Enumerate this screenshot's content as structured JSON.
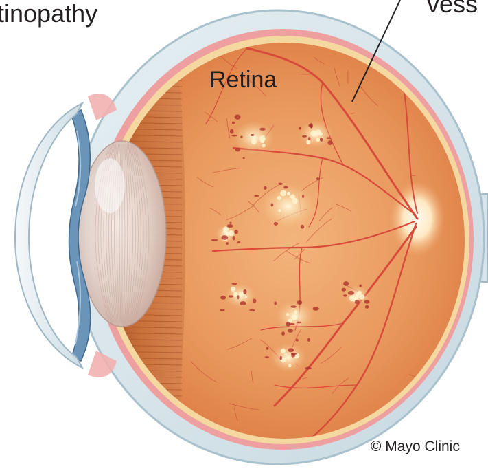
{
  "labels": {
    "title_fragment": "tinopathy",
    "vessels_fragment": "vess",
    "retina": "Retina",
    "credit": "© Mayo Clinic"
  },
  "colors": {
    "sclera": "#d9e6ec",
    "sclera_edge": "#a9c1cd",
    "choroid": "#e89a9a",
    "retina_bg": "#e58f55",
    "retina_center": "#f2b47a",
    "vessel": "#d84a3a",
    "lens": "#e7ddd8",
    "iris": "#6a94b8",
    "ciliary": "#c0642e",
    "optic_disc": "#fff2d6",
    "hemorrhage": "#b8322a",
    "exudate": "#fff0c0"
  },
  "icons": {
    "illustration": "eye-cross-section",
    "optic_nerve": "optic-nerve",
    "pointer": "leader-line"
  }
}
